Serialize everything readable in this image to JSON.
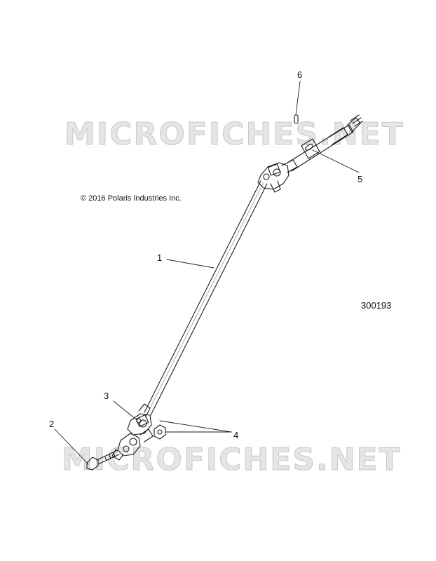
{
  "copyright": "© 2016 Polaris Industries Inc.",
  "drawing_number": "300193",
  "watermark": "MICROFICHES.NET",
  "callouts": [
    "1",
    "2",
    "3",
    "4",
    "5",
    "6"
  ],
  "colors": {
    "line": "#1a1a1a",
    "watermark": "#b4b4b4"
  }
}
